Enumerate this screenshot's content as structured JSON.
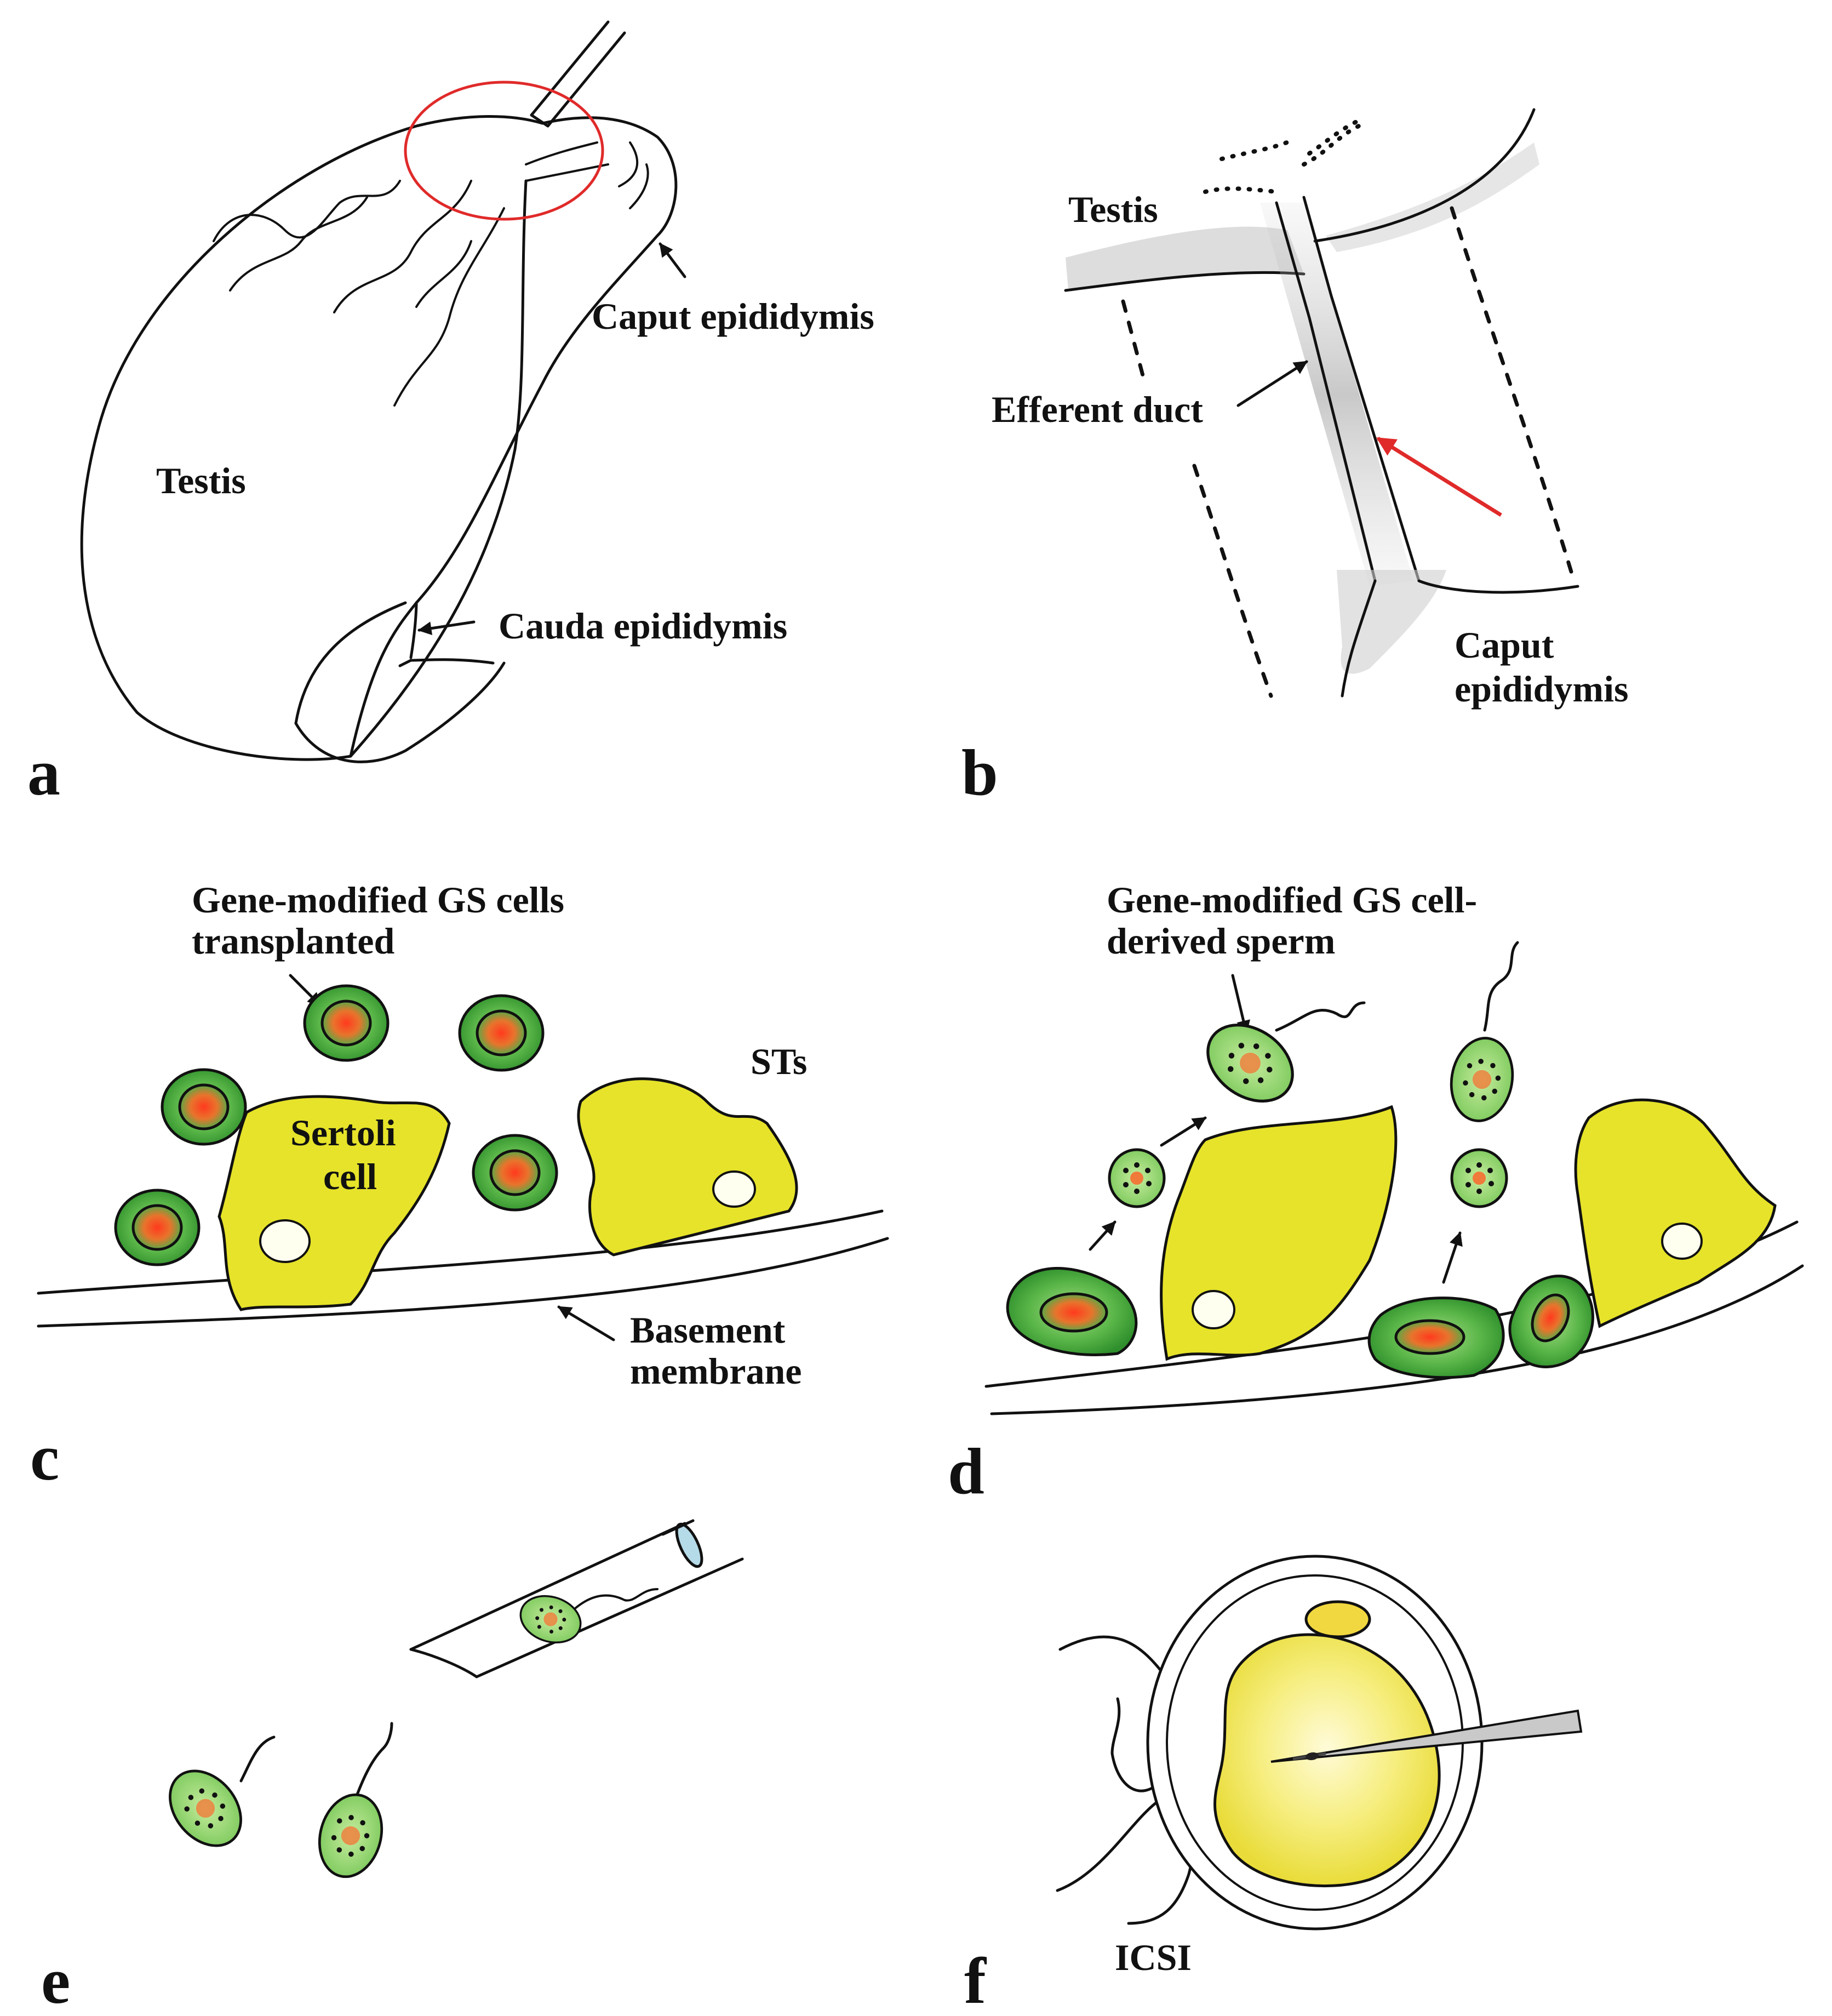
{
  "figure": {
    "panels": {
      "a": {
        "letter": "a",
        "testis": "Testis",
        "caput": "Caput epididymis",
        "cauda": "Cauda epididymis"
      },
      "b": {
        "letter": "b",
        "testis": "Testis",
        "efferent": "Efferent duct",
        "caput_line1": "Caput",
        "caput_line2": "epididymis"
      },
      "c": {
        "letter": "c",
        "title_line1": "Gene-modified GS cells",
        "title_line2": "transplanted",
        "sertoli_line1": "Sertoli",
        "sertoli_line2": "cell",
        "sts": "STs",
        "membrane_line1": "Basement",
        "membrane_line2": "membrane"
      },
      "d": {
        "letter": "d",
        "title_line1": "Gene-modified GS cell-",
        "title_line2": "derived sperm"
      },
      "e": {
        "letter": "e"
      },
      "f": {
        "letter": "f",
        "icsi": "ICSI"
      }
    },
    "colors": {
      "cell_green": "#4caf3f",
      "cell_green_light": "#8ed16f",
      "nucleus_red": "#e8452a",
      "sertoli_yellow": "#e6e32a",
      "egg_yellow": "#f3ec66",
      "highlight_red": "#e02a2a",
      "outline": "#111111"
    }
  }
}
